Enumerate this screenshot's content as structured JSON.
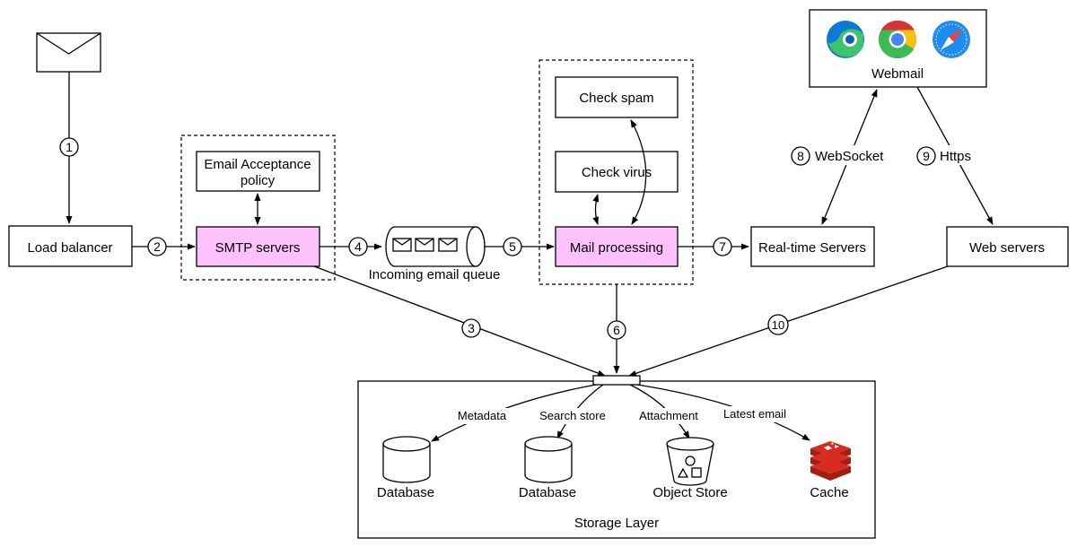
{
  "nodes": {
    "load_balancer": "Load balancer",
    "smtp_servers": "SMTP servers",
    "acceptance_policy_line1": "Email Acceptance",
    "acceptance_policy_line2": "policy",
    "queue_label": "Incoming email queue",
    "mail_processing": "Mail processing",
    "check_spam": "Check spam",
    "check_virus": "Check virus",
    "realtime_servers": "Real-time Servers",
    "web_servers": "Web servers",
    "webmail": "Webmail"
  },
  "steps": {
    "s1": "1",
    "s2": "2",
    "s3": "3",
    "s4": "4",
    "s5": "5",
    "s6": "6",
    "s7": "7",
    "s8": "8",
    "s9": "9",
    "s10": "10",
    "s8_label": "WebSocket",
    "s9_label": "Https"
  },
  "storage": {
    "title": "Storage Layer",
    "metadata_label": "Metadata",
    "search_label": "Search store",
    "attachment_label": "Attachment",
    "latest_label": "Latest email",
    "database1": "Database",
    "database2": "Database",
    "object_store": "Object Store",
    "cache": "Cache"
  },
  "icons": {
    "envelope": "envelope-icon",
    "browsers": [
      "edge-browser-icon",
      "chrome-browser-icon",
      "safari-browser-icon"
    ],
    "cache": "redis-icon"
  },
  "colors": {
    "highlight": "#fdc1fb",
    "redis": "#d82c20",
    "edge_blue": "#0c79d6",
    "edge_green": "#3ec46d",
    "safari_blue": "#1e8cf0"
  }
}
